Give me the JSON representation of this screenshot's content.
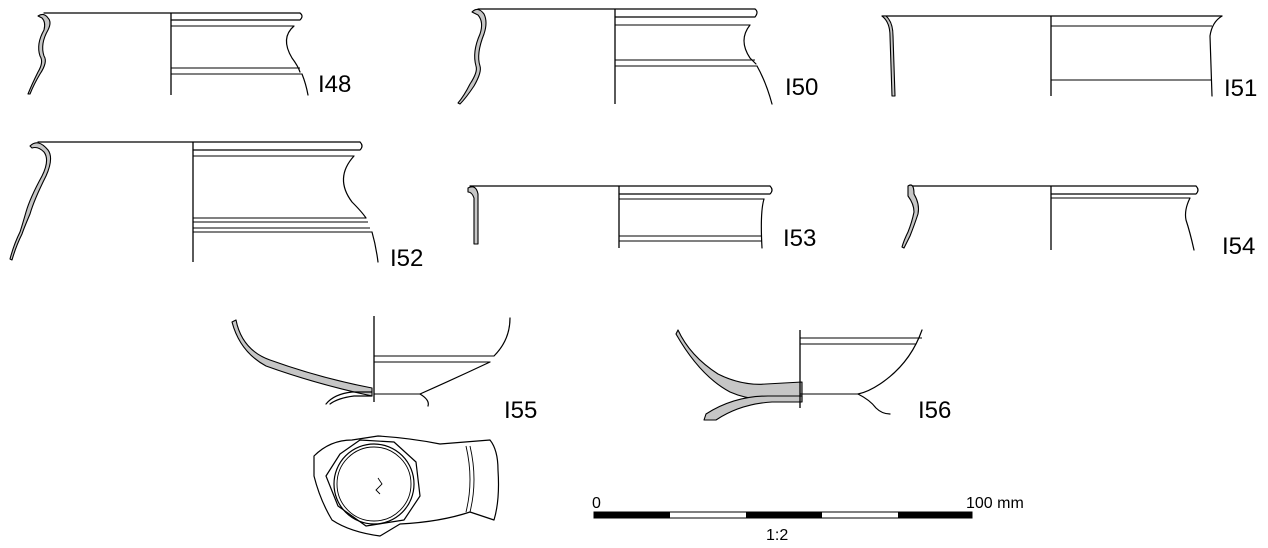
{
  "vessels": [
    {
      "id": "I48",
      "label": "I48"
    },
    {
      "id": "I50",
      "label": "I50"
    },
    {
      "id": "I51",
      "label": "I51"
    },
    {
      "id": "I52",
      "label": "I52"
    },
    {
      "id": "I53",
      "label": "I53"
    },
    {
      "id": "I54",
      "label": "I54"
    },
    {
      "id": "I55",
      "label": "I55"
    },
    {
      "id": "I56",
      "label": "I56"
    }
  ],
  "scale_bar": {
    "start_label": "0",
    "end_label": "100 mm",
    "ratio": "1:2",
    "segments": 5
  },
  "colors": {
    "line": "#000000",
    "section_fill": "#c6c6c6",
    "background": "#ffffff"
  }
}
